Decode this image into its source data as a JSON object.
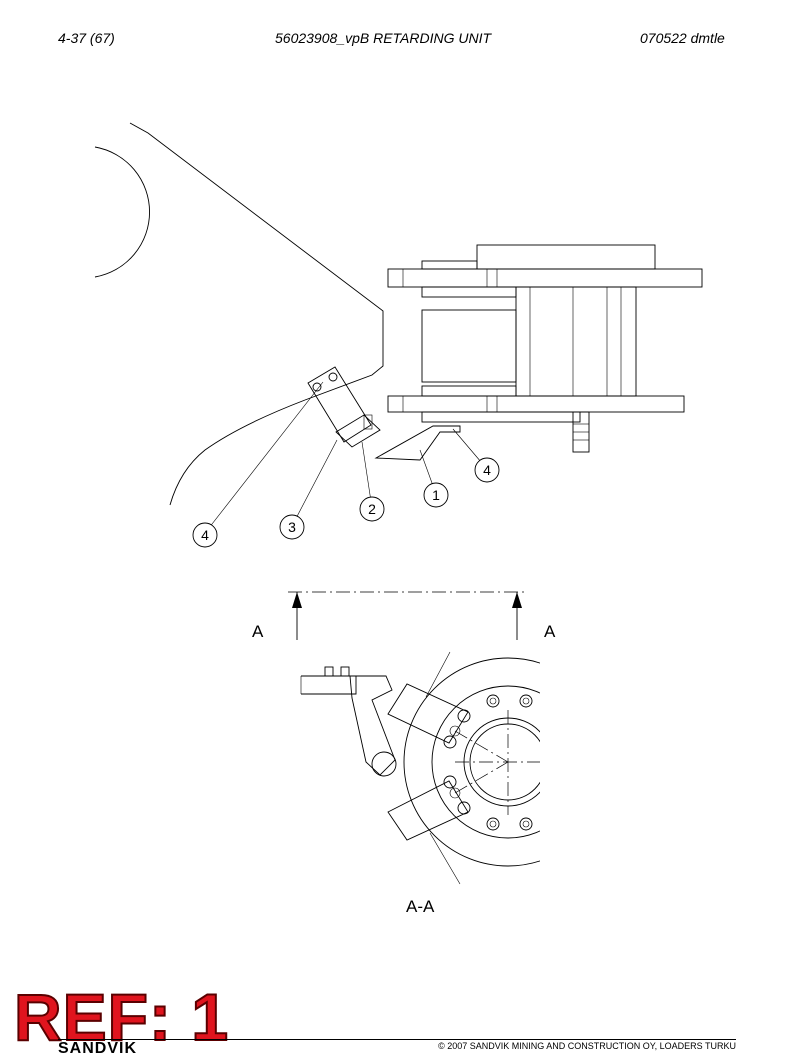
{
  "header": {
    "page": "4-37 (67)",
    "title": "56023908_vpB RETARDING UNIT",
    "date": "070522 dmtle"
  },
  "balloons": {
    "b1": "1",
    "b2": "2",
    "b3": "3",
    "b4_top": "4",
    "b4_left": "4"
  },
  "section": {
    "left_mark": "A",
    "right_mark": "A",
    "view_label": "A-A"
  },
  "stamp": "REF: 1",
  "footer": {
    "logo": "SANDVIK",
    "copyright": "© 2007 SANDVIK MINING AND CONSTRUCTION OY, LOADERS TURKU"
  }
}
